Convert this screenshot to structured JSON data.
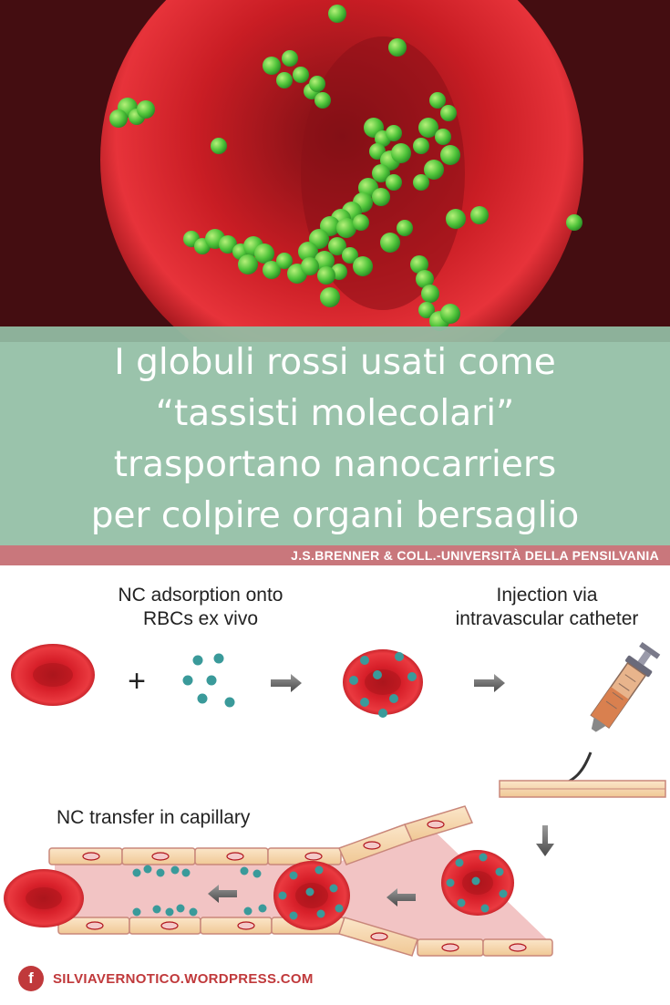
{
  "title": {
    "lines": [
      "I globuli rossi usati come",
      "“tassisti molecolari”",
      "trasportano nanocarriers",
      "per colpire organi bersaglio"
    ]
  },
  "credit": "J.S.BRENNER & COLL.-UNIVERSITÀ DELLA PENSILVANIA",
  "diagram": {
    "adsorption_label": [
      "NC adsorption onto",
      "RBCs ex vivo"
    ],
    "injection_label": [
      "Injection via",
      "intravascular catheter"
    ],
    "capillary_label": "NC transfer in capillary",
    "plus": "+"
  },
  "footer": {
    "icon": "facebook-icon",
    "site": "SILVIAVERNOTICO.WORDPRESS.COM"
  },
  "colors": {
    "title_band": "#92bea5",
    "credit_band": "#c9777c",
    "rbc_red": "#d8202a",
    "nanocarrier_teal": "#3a9a9a",
    "brand_red": "#c0393b"
  }
}
